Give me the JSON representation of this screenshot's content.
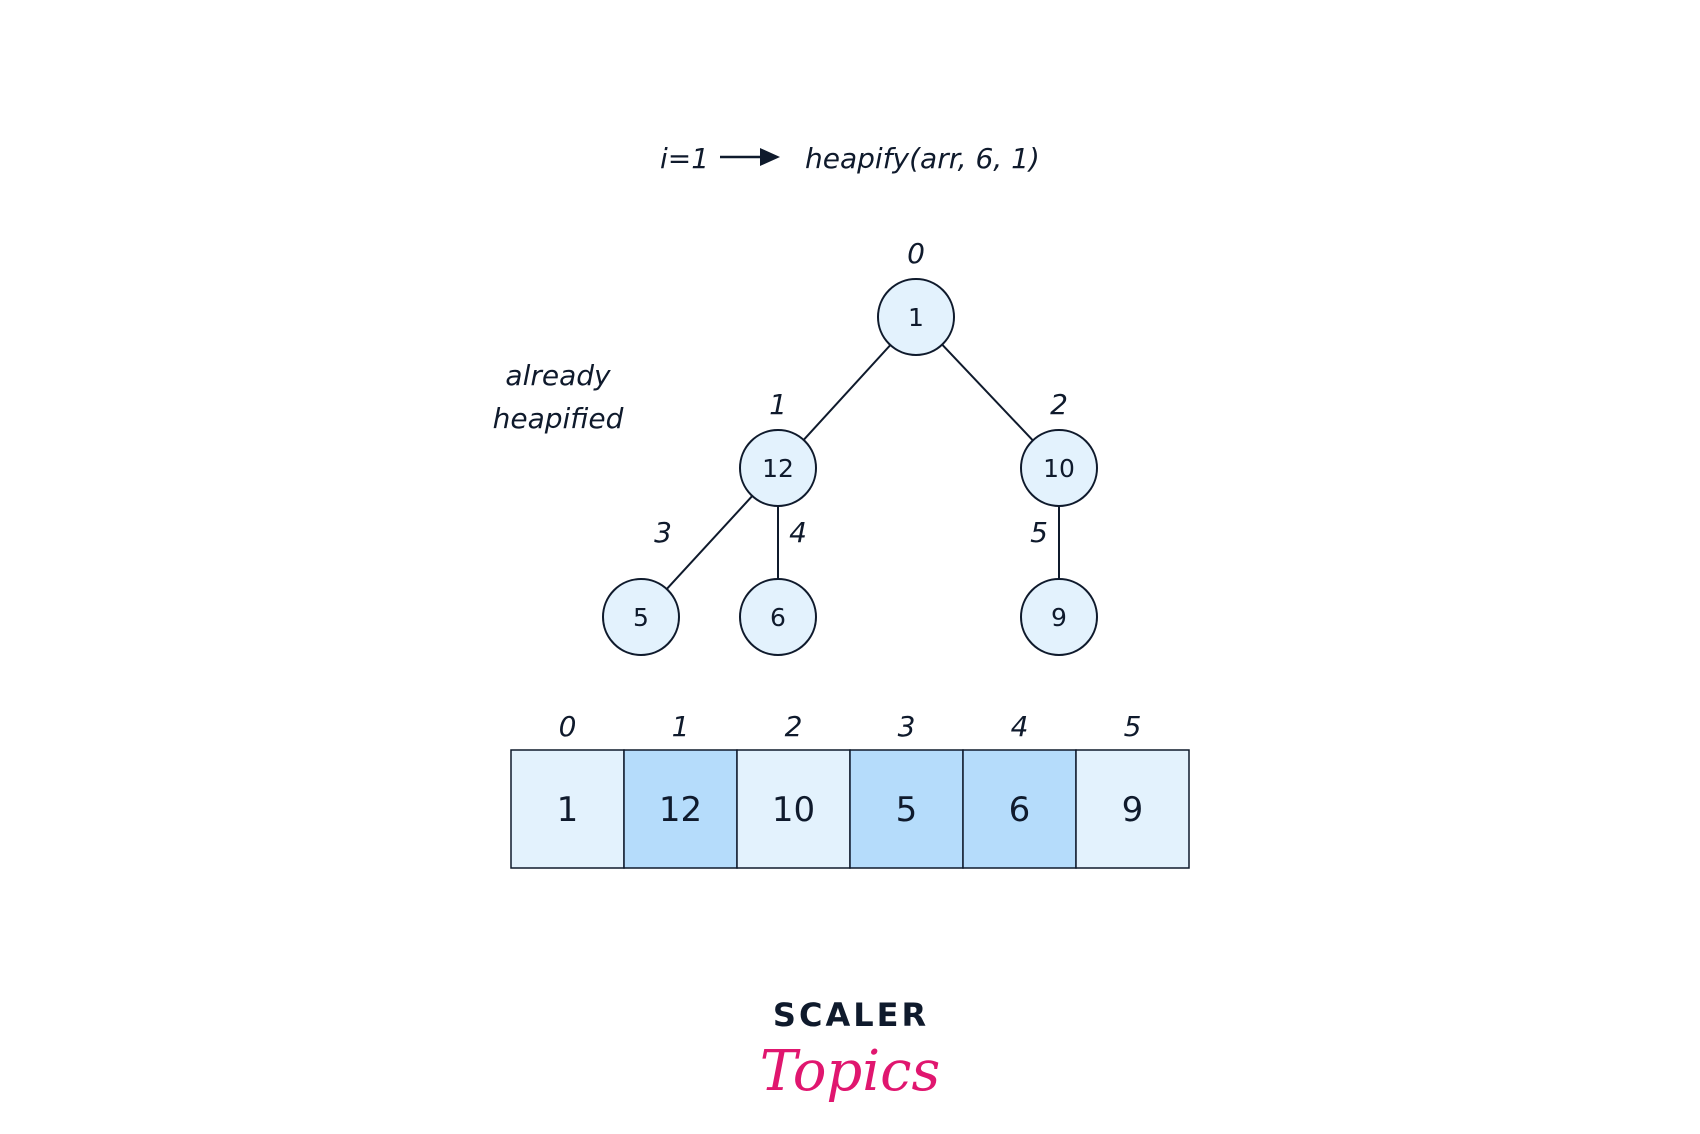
{
  "header": {
    "step": "i=1",
    "call": "heapify(arr, 6, 1)"
  },
  "note": {
    "line1": "already",
    "line2": "heapified"
  },
  "tree": {
    "nodes": [
      {
        "index": "0",
        "value": "1"
      },
      {
        "index": "1",
        "value": "12"
      },
      {
        "index": "2",
        "value": "10"
      },
      {
        "index": "3",
        "value": "5"
      },
      {
        "index": "4",
        "value": "6"
      },
      {
        "index": "5",
        "value": "9"
      }
    ]
  },
  "array": {
    "cells": [
      {
        "index": "0",
        "value": "1",
        "highlighted": false
      },
      {
        "index": "1",
        "value": "12",
        "highlighted": true
      },
      {
        "index": "2",
        "value": "10",
        "highlighted": false
      },
      {
        "index": "3",
        "value": "5",
        "highlighted": true
      },
      {
        "index": "4",
        "value": "6",
        "highlighted": true
      },
      {
        "index": "5",
        "value": "9",
        "highlighted": false
      }
    ]
  },
  "logo": {
    "line1": "SCALER",
    "line2": "Topics"
  },
  "colors": {
    "light": "#e3f2fd",
    "highlight": "#b5dcfb",
    "stroke": "#0f1a2c",
    "brand_pink": "#e0166f"
  }
}
